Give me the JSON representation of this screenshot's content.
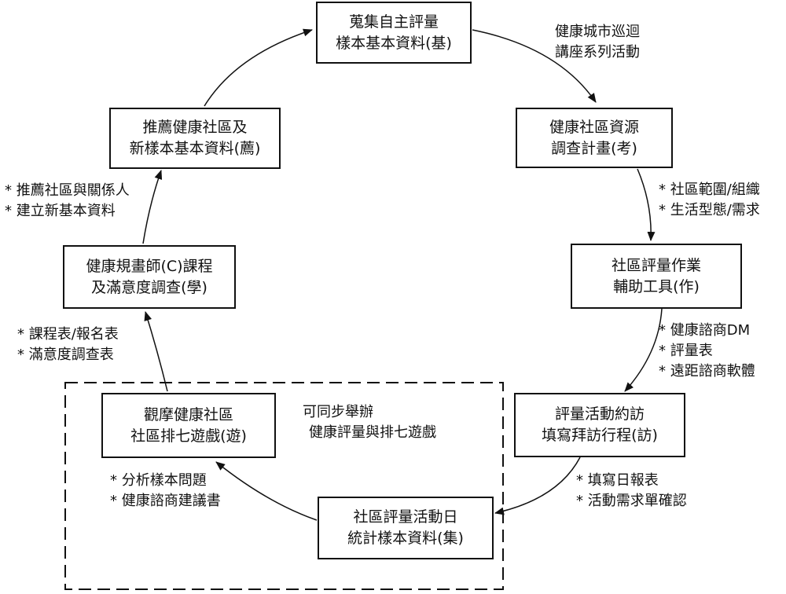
{
  "nodes": {
    "collect": {
      "line1": "蒐集自主評量",
      "line2": "樣本基本資料(基)"
    },
    "investigate": {
      "line1": "健康社區資源",
      "line2": "調查計畫(考)"
    },
    "tools": {
      "line1": "社區評量作業",
      "line2": "輔助工具(作)"
    },
    "visit": {
      "line1": "評量活動約訪",
      "line2": "填寫拜訪行程(訪)"
    },
    "stats": {
      "line1": "社區評量活動日",
      "line2": "統計樣本資料(集)"
    },
    "observe": {
      "line1": "觀摩健康社區",
      "line2": "社區排七遊戲(遊)"
    },
    "course": {
      "line1": "健康規畫師(C)課程",
      "line2": "及滿意度調查(學)"
    },
    "recommend": {
      "line1": "推薦健康社區及",
      "line2": "新樣本基本資料(薦)"
    }
  },
  "annotations": {
    "lecture": [
      "健康城市巡迴",
      "講座系列活動"
    ],
    "community": [
      "* 社區範圍/組織",
      "* 生活型態/需求"
    ],
    "tools_items": [
      "* 健康諮商DM",
      "* 評量表",
      "* 遠距諮商軟體"
    ],
    "visit_items": [
      "* 填寫日報表",
      "* 活動需求單確認"
    ],
    "observe_items": [
      "* 分析樣本問題",
      "* 健康諮商建議書"
    ],
    "sync": [
      "可同步舉辦",
      "健康評量與排七遊戲"
    ],
    "course_items": [
      "* 課程表/報名表",
      "* 滿意度調查表"
    ],
    "recommend_items": [
      "* 推薦社區與關係人",
      "* 建立新基本資料"
    ]
  },
  "colors": {
    "line": "#111111",
    "background": "#ffffff"
  }
}
